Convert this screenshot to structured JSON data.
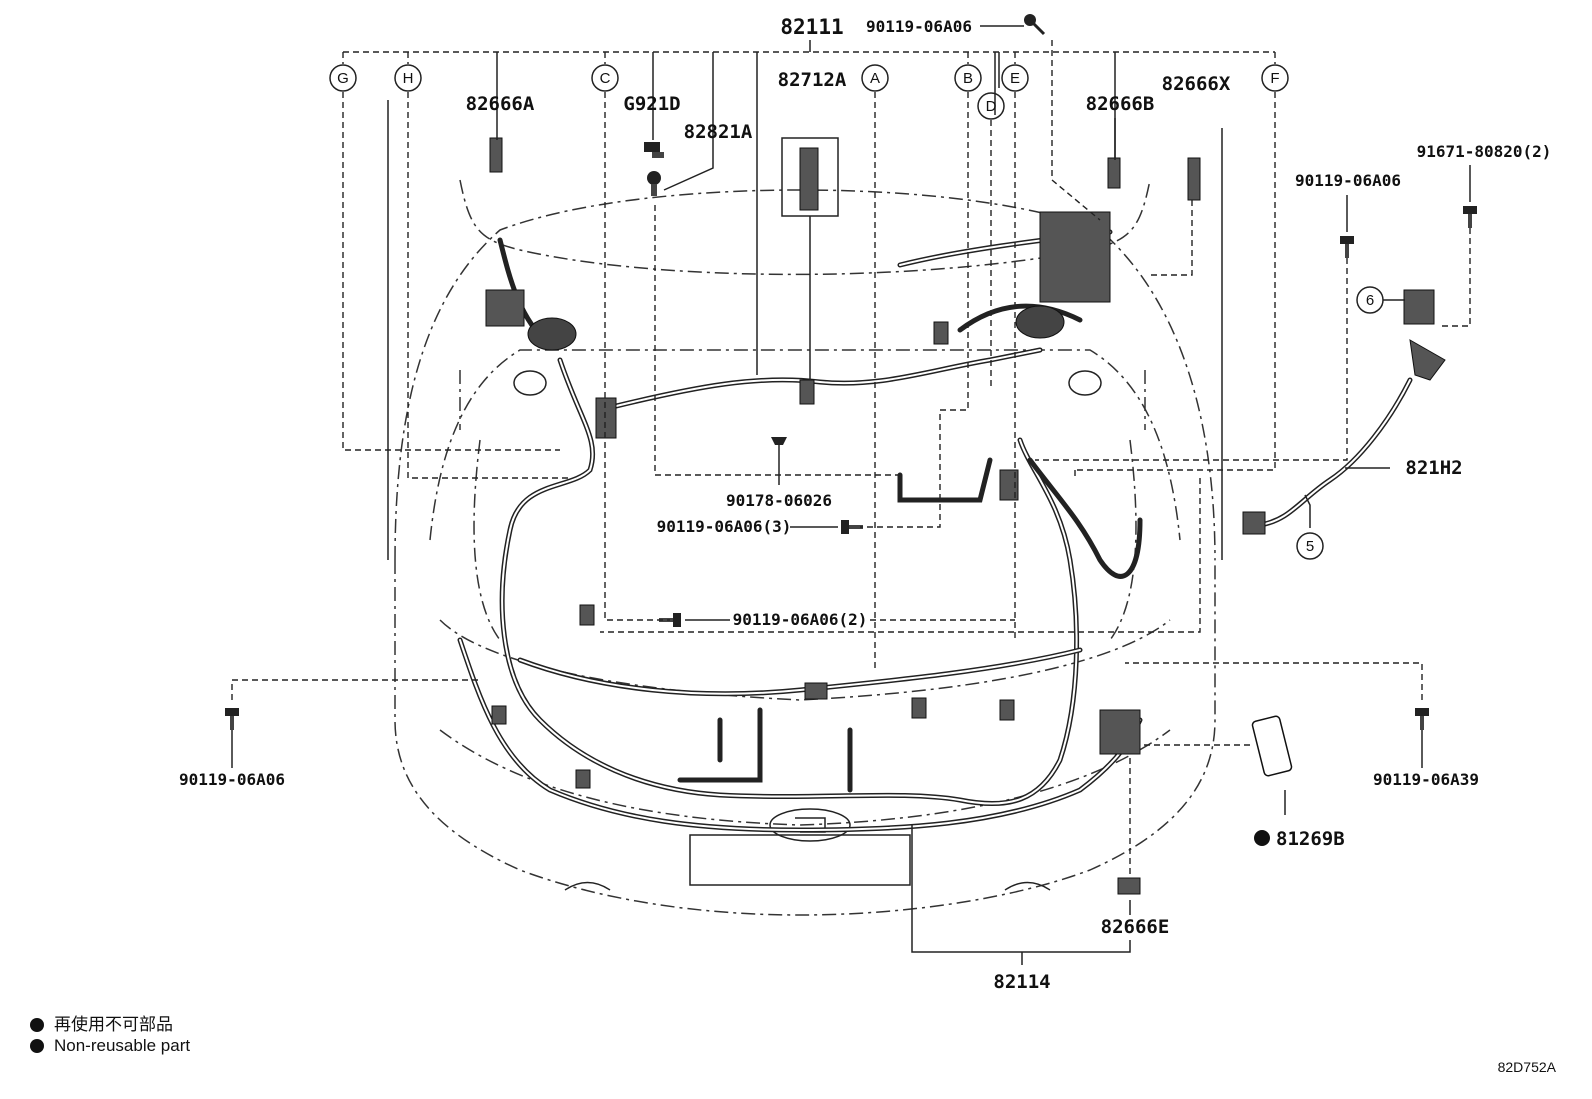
{
  "parts": {
    "p82111": "82111",
    "p82712A": "82712A",
    "p82666A": "82666A",
    "pG921D": "G921D",
    "p82821A": "82821A",
    "p82666B": "82666B",
    "p82666X": "82666X",
    "p90119_top": "90119-06A06",
    "p90119_right": "90119-06A06",
    "p91671": "91671-80820(2)",
    "p821H2": "821H2",
    "p90178": "90178-06026",
    "p90119_3": "90119-06A06(3)",
    "p90119_2": "90119-06A06(2)",
    "p90119_left": "90119-06A06",
    "p90119_A39": "90119-06A39",
    "p81269B": "81269B",
    "p82666E": "82666E",
    "p82114": "82114"
  },
  "callouts": {
    "G": "G",
    "H": "H",
    "C": "C",
    "A": "A",
    "B": "B",
    "D": "D",
    "E": "E",
    "F": "F",
    "five": "5",
    "six": "6"
  },
  "legend": {
    "jp": "再使用不可部品",
    "en": "Non-reusable part"
  },
  "diagram_code": "82D752A"
}
